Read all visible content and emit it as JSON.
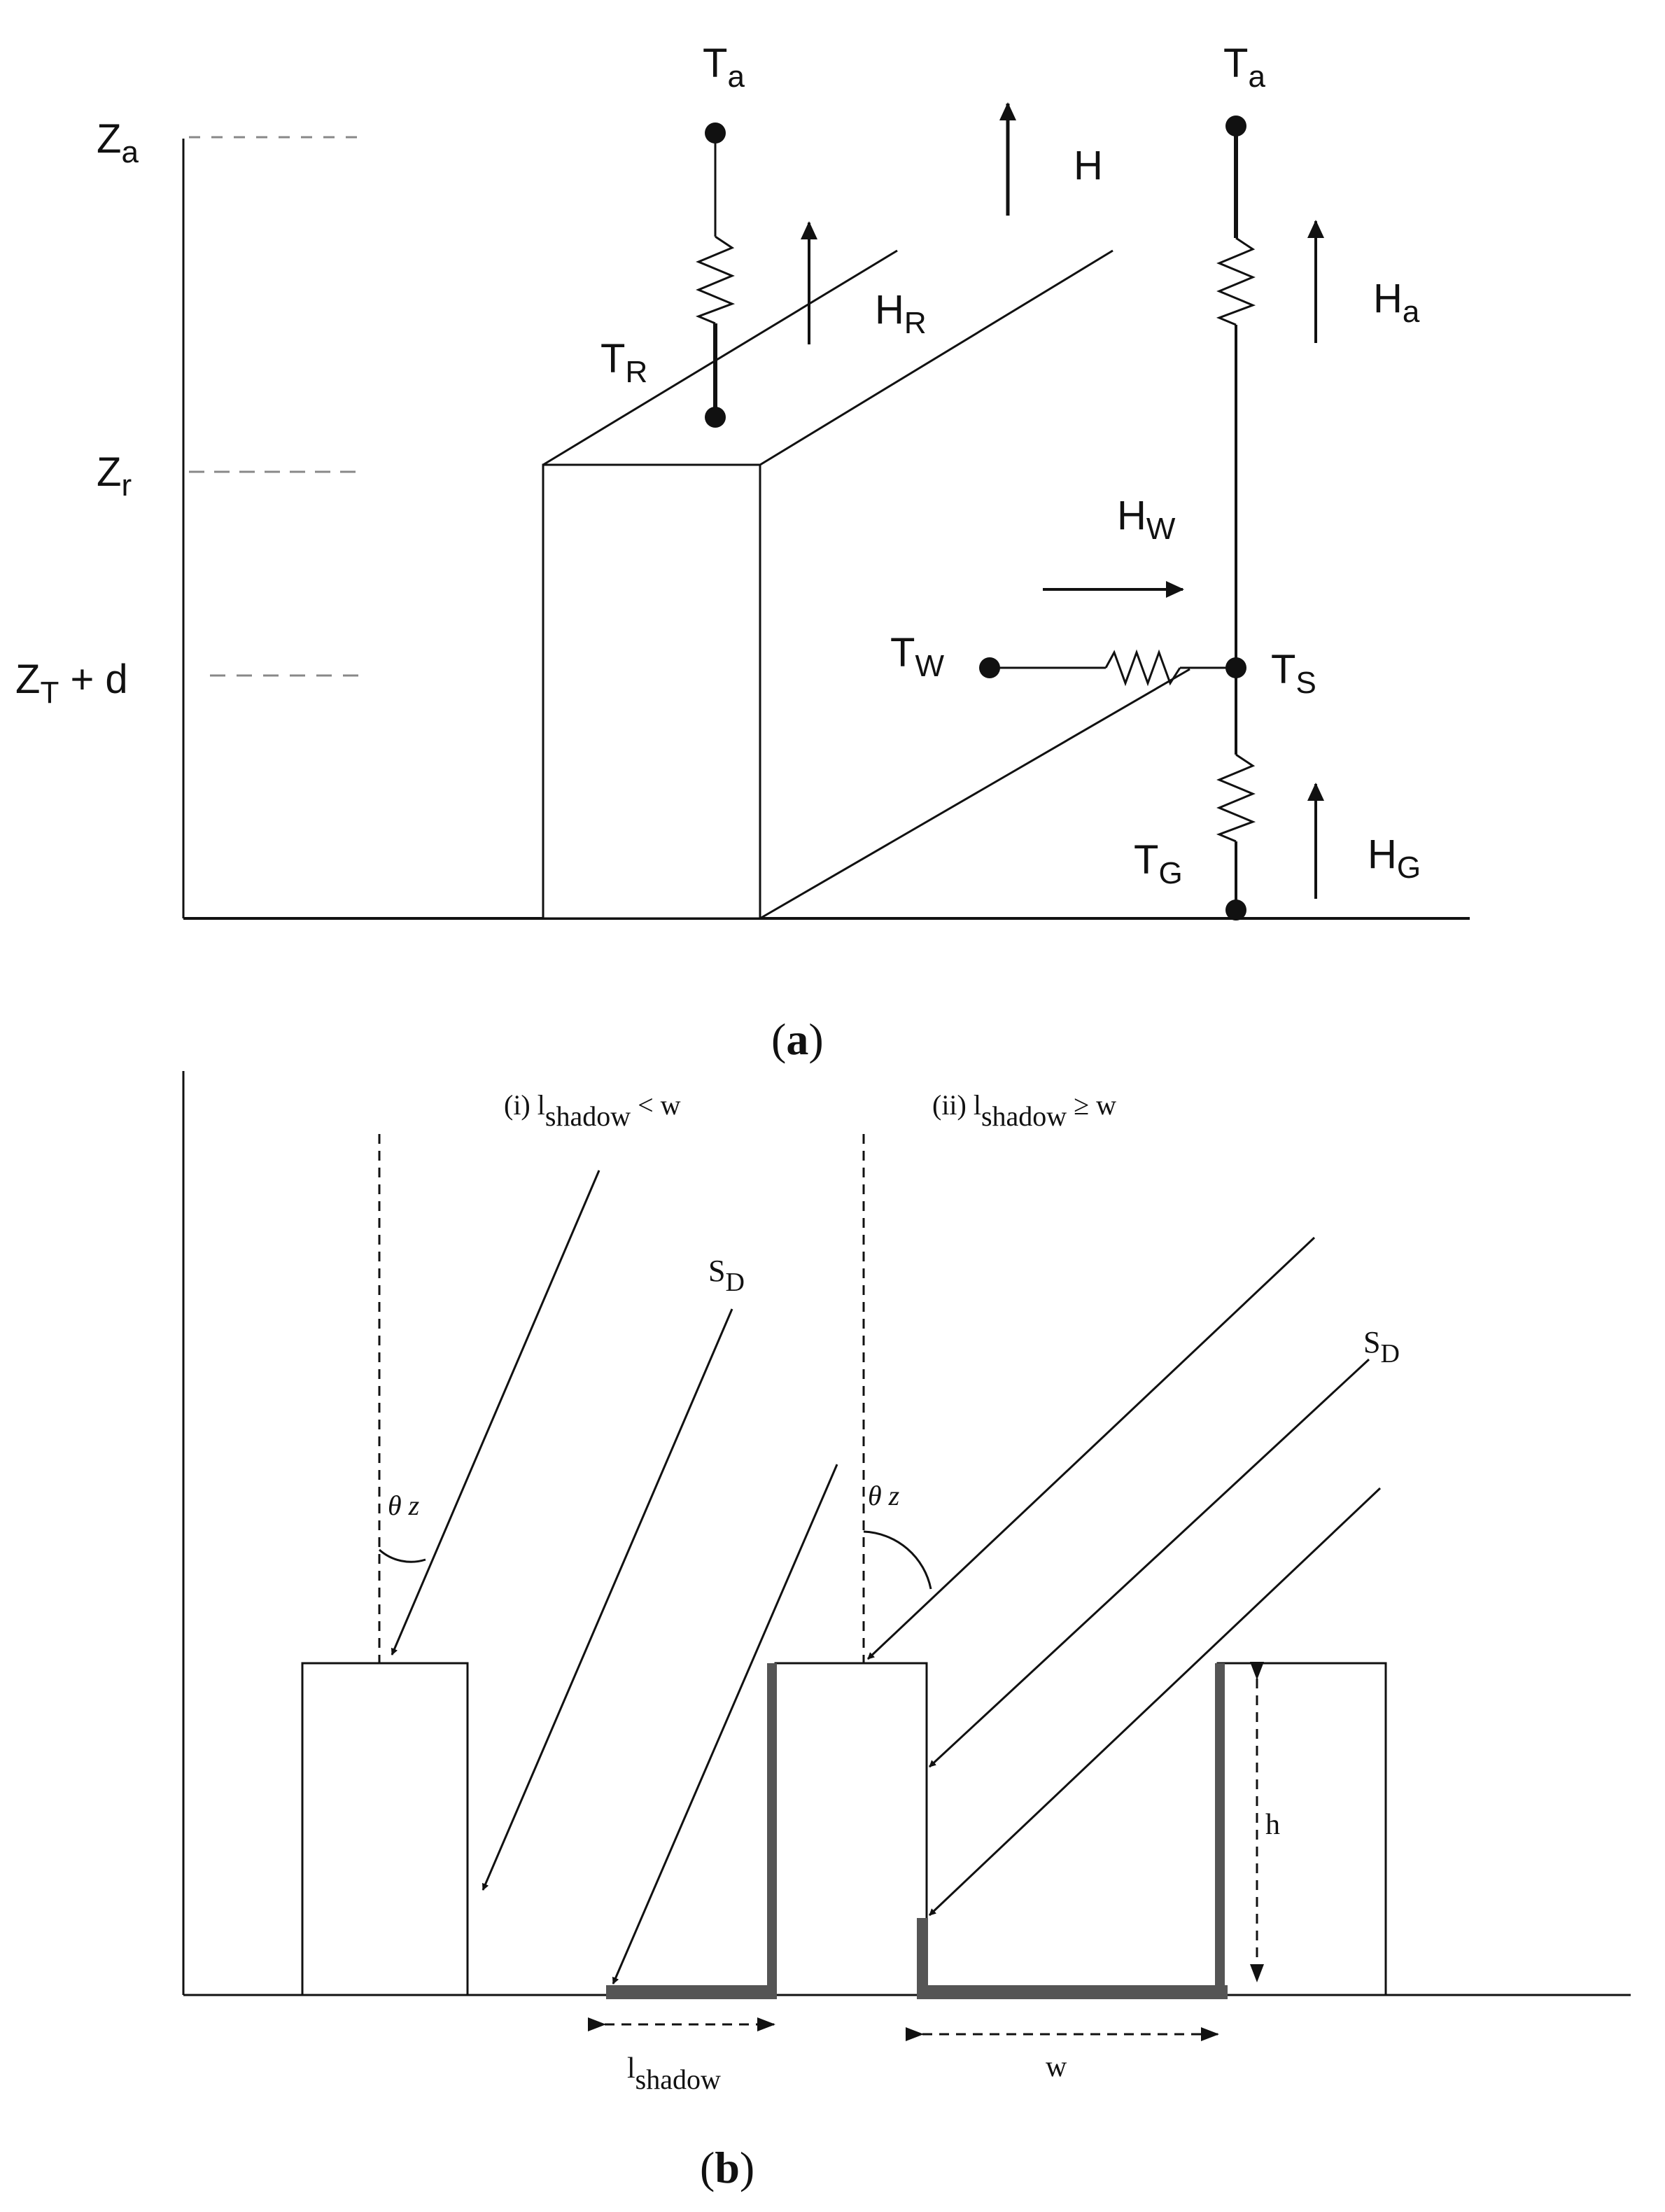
{
  "panel_a": {
    "caption_open": "(",
    "caption_letter": "a",
    "caption_close": ")",
    "heights": [
      {
        "main": "Z",
        "sub": "a",
        "tail": ""
      },
      {
        "main": "Z",
        "sub": "r",
        "tail": ""
      },
      {
        "main": "Z",
        "sub": "T",
        "tail": " + d"
      }
    ],
    "temperatures": {
      "ta_left": {
        "main": "T",
        "sub": "a"
      },
      "ta_right": {
        "main": "T",
        "sub": "a"
      },
      "tr": {
        "main": "T",
        "sub": "R"
      },
      "tw": {
        "main": "T",
        "sub": "W"
      },
      "ts": {
        "main": "T",
        "sub": "S"
      },
      "tg": {
        "main": "T",
        "sub": "G"
      }
    },
    "fluxes": {
      "h": {
        "main": "H",
        "sub": ""
      },
      "hr": {
        "main": "H",
        "sub": "R"
      },
      "ha": {
        "main": "H",
        "sub": "a"
      },
      "hw": {
        "main": "H",
        "sub": "W"
      },
      "hg": {
        "main": "H",
        "sub": "G"
      }
    }
  },
  "panel_b": {
    "caption_open": "(",
    "caption_letter": "b",
    "caption_close": ")",
    "case_i": {
      "prefix": "(i)  l",
      "sub": "shadow",
      "rel": "  <  w"
    },
    "case_ii": {
      "prefix": "(ii) l",
      "sub": "shadow",
      "rel": "  ≥  w"
    },
    "sd_left": {
      "main": "S",
      "sub": "D"
    },
    "sd_right": {
      "main": "S",
      "sub": "D"
    },
    "theta_left": {
      "main": "θ",
      "tail": " z"
    },
    "theta_right": {
      "main": "θ",
      "tail": " z"
    },
    "dim_h": "h",
    "dim_w": "w",
    "dim_lshadow": {
      "main": "l",
      "sub": "shadow"
    }
  },
  "colors": {
    "line": "#111111",
    "shadow_fill": "#555555",
    "leader": "#888888"
  }
}
